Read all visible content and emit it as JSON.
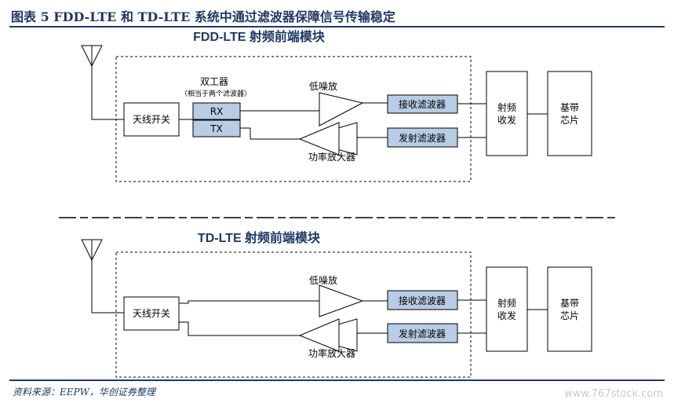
{
  "figure": {
    "title": "图表 5    FDD-LTE 和 TD-LTE 系统中通过滤波器保障信号传输稳定",
    "source": "资料来源：EEPW，华创证券整理",
    "watermark": "www.767stock.com"
  },
  "fdd": {
    "title": "FDD-LTE 射频前端模块",
    "antenna_switch": "天线开关",
    "duplexer_title": "双工器",
    "duplexer_note": "（相当于两个滤波器）",
    "rx": "RX",
    "tx": "TX",
    "lna": "低噪放",
    "pa": "功率放大器",
    "rx_filter": "接收滤波器",
    "tx_filter": "发射滤波器",
    "transceiver_line1": "射频",
    "transceiver_line2": "收发",
    "baseband_line1": "基带",
    "baseband_line2": "芯片"
  },
  "td": {
    "title": "TD-LTE 射频前端模块",
    "antenna_switch": "天线开关",
    "lna": "低噪放",
    "pa": "功率放大器",
    "rx_filter": "接收滤波器",
    "tx_filter": "发射滤波器",
    "transceiver_line1": "射频",
    "transceiver_line2": "收发",
    "baseband_line1": "基带",
    "baseband_line2": "芯片"
  }
}
